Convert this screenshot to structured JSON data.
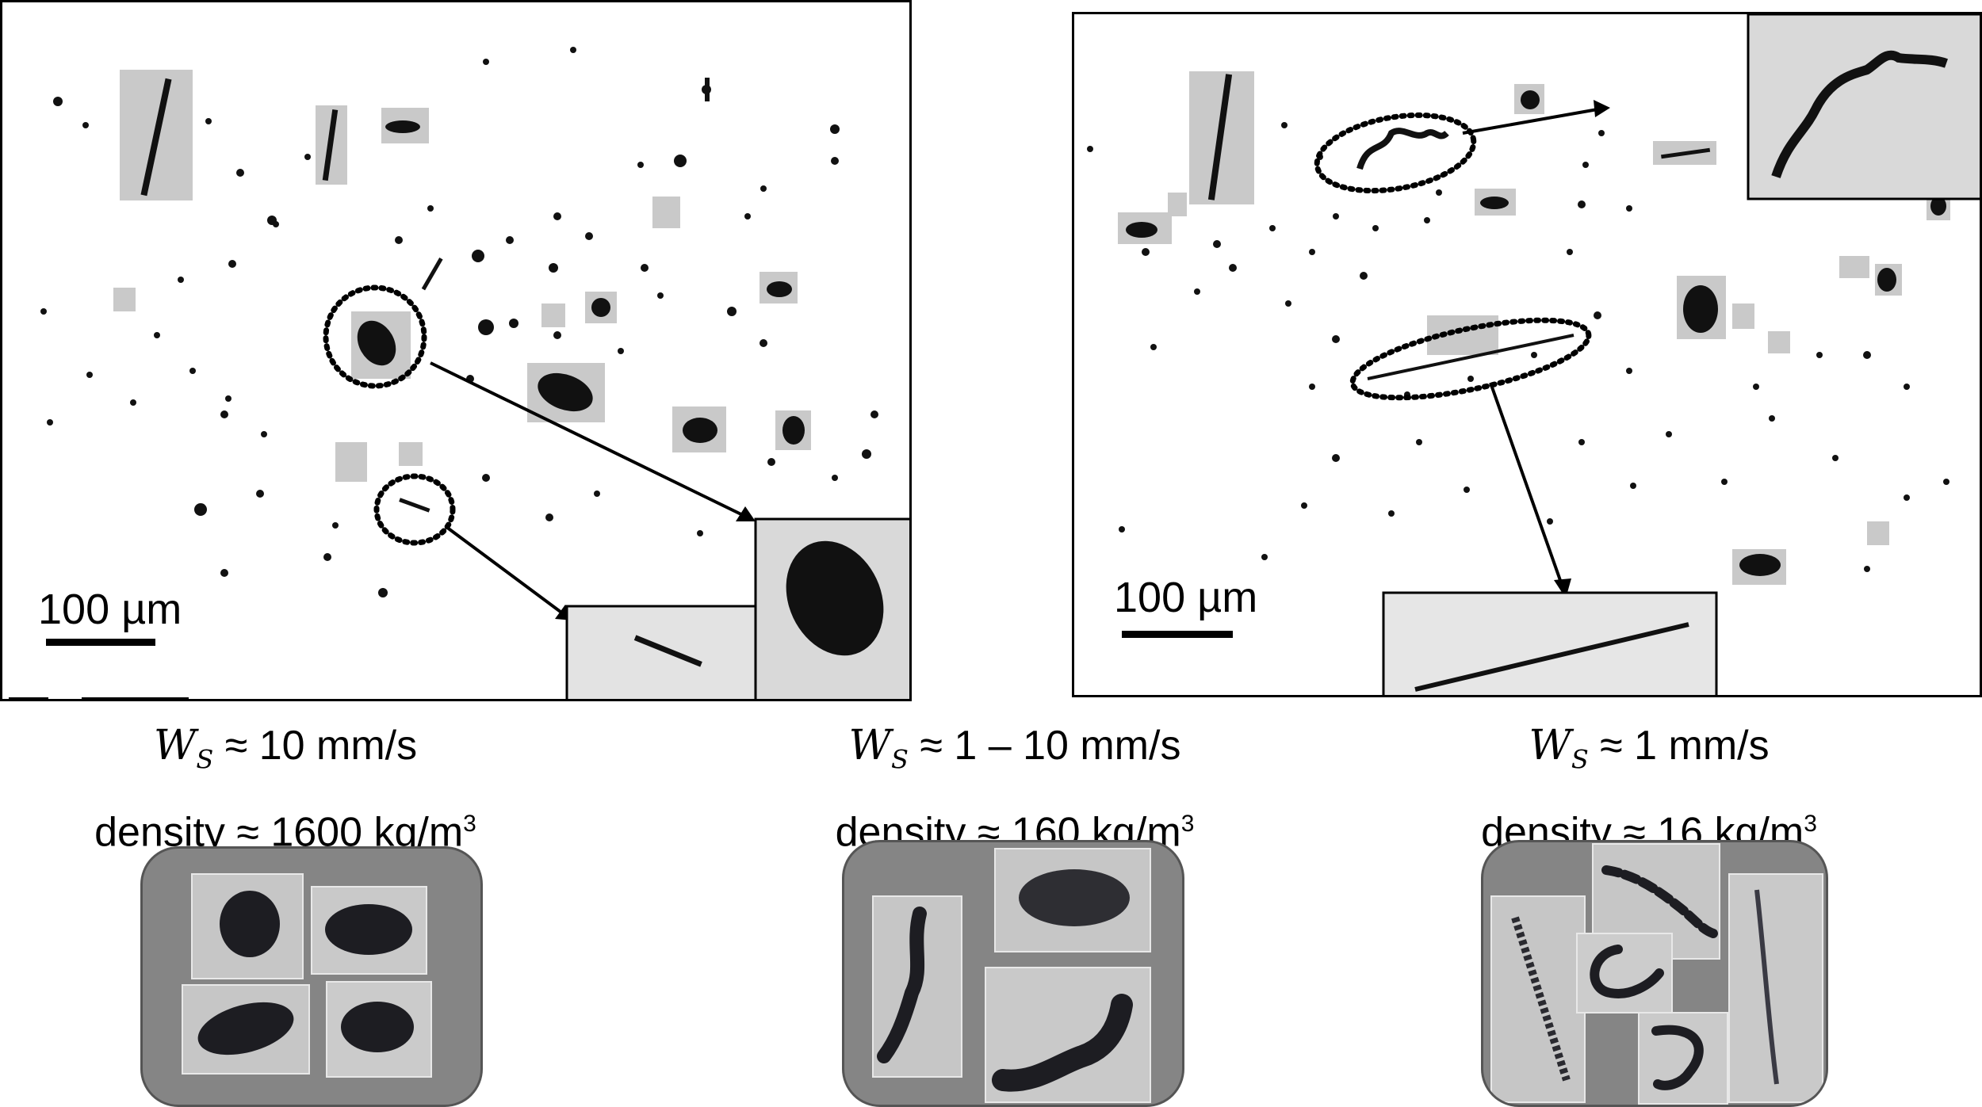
{
  "panels": {
    "left": {
      "scale_label": "100 µm"
    },
    "right": {
      "scale_label": "100 µm"
    }
  },
  "captions": [
    {
      "ws_symbol": "W",
      "ws_sub": "S",
      "ws_value": " ≈ 10 mm/s",
      "density_prefix": "density ≈ 1600 kg/m",
      "density_sup": "3"
    },
    {
      "ws_symbol": "W",
      "ws_sub": "S",
      "ws_value": " ≈ 1 – 10 mm/s",
      "density_prefix": "density ≈ 160 kg/m",
      "density_sup": "3"
    },
    {
      "ws_symbol": "W",
      "ws_sub": "S",
      "ws_value": " ≈ 1 mm/s",
      "density_prefix": "density ≈ 16 kg/m",
      "density_sup": "3"
    }
  ],
  "colors": {
    "ink": "#000000",
    "thumb_bg": "#858585",
    "inset_fill": "#cfcfcf"
  }
}
